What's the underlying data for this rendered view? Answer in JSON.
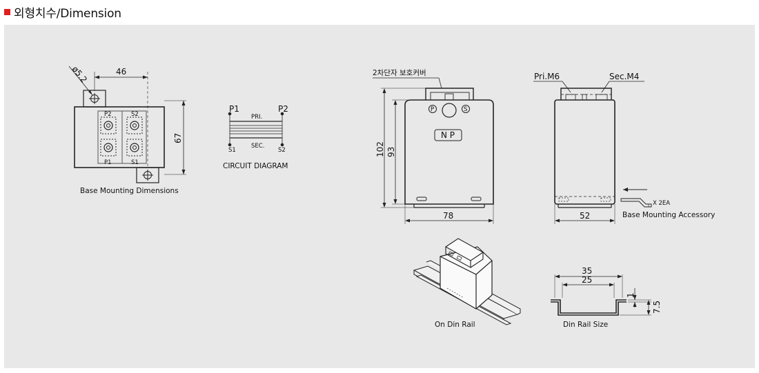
{
  "header": {
    "title": "외형치수/Dimension",
    "accent_color": "#e02020"
  },
  "base_mounting": {
    "dim_diameter": "ø5.2",
    "dim_width": "46",
    "dim_height": "67",
    "terminal_p2": "P2",
    "terminal_s2": "S2",
    "terminal_p1": "P1",
    "terminal_s1": "S1",
    "caption": "Base Mounting Dimensions"
  },
  "circuit": {
    "p1": "P1",
    "p2": "P2",
    "pri": "PRI.",
    "sec": "SEC.",
    "s1": "S1",
    "s2": "S2",
    "caption": "CIRCUIT DIAGRAM"
  },
  "front_view": {
    "cover_label": "2차단자 보호커버",
    "dim_height_outer": "102",
    "dim_height_inner": "93",
    "dim_width": "78",
    "nameplate": "N P",
    "terminal_p": "P",
    "terminal_s": "S"
  },
  "side_view": {
    "pri_label": "Pri.M6",
    "sec_label": "Sec.M4",
    "dim_width": "52",
    "accessory_qty": "X 2EA",
    "accessory_caption": "Base Mounting Accessory"
  },
  "din_rail": {
    "caption_on_rail": "On Din Rail",
    "caption_size": "Din Rail Size",
    "dim_outer": "35",
    "dim_inner": "25",
    "dim_thickness": "1",
    "dim_height": "7.5"
  }
}
